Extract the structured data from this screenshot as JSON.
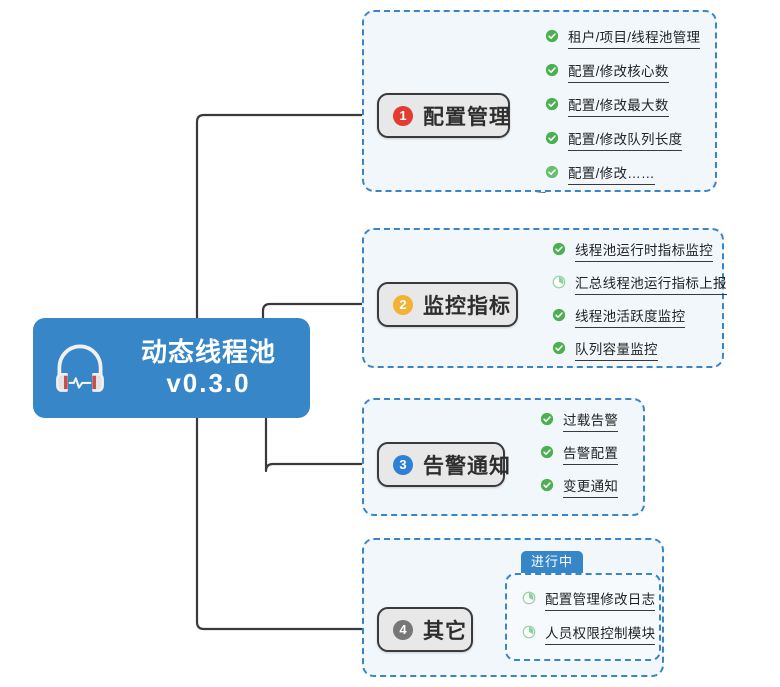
{
  "root": {
    "icon": "headphones-waveform-icon",
    "title": "动态线程池",
    "version": "v0.3.0",
    "color": "#3787c8"
  },
  "colors": {
    "dashed_border": "#3a85c8",
    "panel_fill": "#f2f7fb",
    "node_fill": "#e8e8e8",
    "node_border": "#3a3a3a",
    "connector": "#3a3a3a",
    "done_green": "#4caf50",
    "progress_green": "#8fd19e",
    "badge_1": "#e23b32",
    "badge_2": "#f2b233",
    "badge_3": "#2f7fd4",
    "badge_4": "#777777",
    "tab_blue": "#3787c8"
  },
  "branches": [
    {
      "number": "❶",
      "badge_color": "#e23b32",
      "label": "配置管理",
      "items": [
        {
          "status": "done",
          "icon": "check-circle-icon",
          "text": "租户/项目/线程池管理"
        },
        {
          "status": "done",
          "icon": "check-circle-icon",
          "text": "配置/修改核心数"
        },
        {
          "status": "done",
          "icon": "check-circle-icon",
          "text": "配置/修改最大数"
        },
        {
          "status": "done",
          "icon": "check-circle-icon",
          "text": "配置/修改队列长度"
        },
        {
          "status": "done",
          "icon": "check-circle-icon",
          "text": "配置/修改……"
        }
      ]
    },
    {
      "number": "❷",
      "badge_color": "#f2b233",
      "label": "监控指标",
      "items": [
        {
          "status": "done",
          "icon": "check-circle-icon",
          "text": "线程池运行时指标监控"
        },
        {
          "status": "progress",
          "icon": "clock-pie-icon",
          "text": "汇总线程池运行指标上报"
        },
        {
          "status": "done",
          "icon": "check-circle-icon",
          "text": "线程池活跃度监控"
        },
        {
          "status": "done",
          "icon": "check-circle-icon",
          "text": "队列容量监控"
        }
      ]
    },
    {
      "number": "❸",
      "badge_color": "#2f7fd4",
      "label": "告警通知",
      "items": [
        {
          "status": "done",
          "icon": "check-circle-icon",
          "text": "过载告警"
        },
        {
          "status": "done",
          "icon": "check-circle-icon",
          "text": "告警配置"
        },
        {
          "status": "done",
          "icon": "check-circle-icon",
          "text": "变更通知"
        }
      ]
    },
    {
      "number": "❹",
      "badge_color": "#777777",
      "label": "其它",
      "tab_label": "进行中",
      "items": [
        {
          "status": "progress",
          "icon": "clock-pie-icon",
          "text": "配置管理修改日志"
        },
        {
          "status": "progress",
          "icon": "clock-pie-icon",
          "text": "人员权限控制模块"
        }
      ]
    }
  ]
}
